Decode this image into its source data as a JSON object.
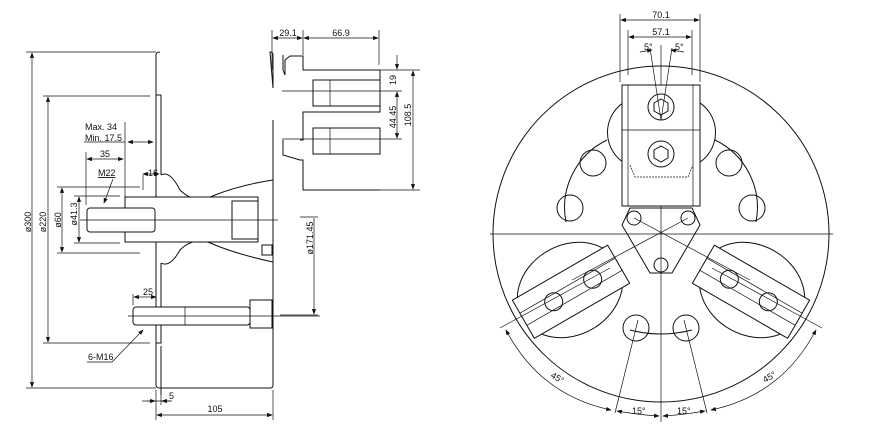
{
  "side_view": {
    "dia_300": "ø300",
    "dia_220": "ø220",
    "dia_60": "ø60",
    "dia_41_3": "ø41.3",
    "max_34": "Max. 34",
    "min_17_5": "Min. 17.5",
    "dim_35": "35",
    "thread_m22": "M22",
    "dim_16": "16",
    "dim_25": "25",
    "bolts_6_m16": "6-M16",
    "dim_5": "5",
    "dim_105": "105",
    "dia_171_45": "ø171.45",
    "dim_29_1": "29.1",
    "dim_66_9": "66.9",
    "dim_19": "19",
    "dim_44_45": "44.45",
    "dim_108_5": "108.5"
  },
  "front_view": {
    "dim_70_1": "70.1",
    "dim_57_1": "57.1",
    "angle_5_left": "5°",
    "angle_5_right": "5°",
    "angle_45_left": "45°",
    "angle_45_right": "45°",
    "angle_15_left": "15°",
    "angle_15_right": "15°"
  }
}
